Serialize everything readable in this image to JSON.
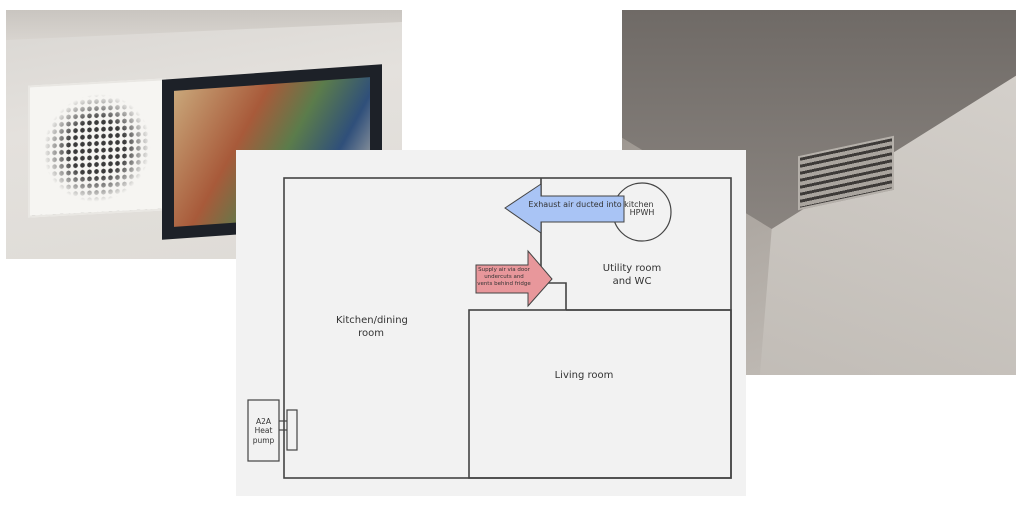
{
  "diagram": {
    "exhaust_label": "Exhaust air ducted into kitchen",
    "supply_label": "Supply air via door undercuts and vents behind fridge",
    "hpwh_label": "HPWH",
    "utility_label": "Utility room and WC",
    "kitchen_label": "Kitchen/dining room",
    "living_label": "Living room",
    "heat_pump_label": "A2A Heat pump",
    "colors": {
      "exhaust": "#a9c4f5",
      "supply": "#e8979b",
      "walls": "#444444",
      "background": "#f2f2f2"
    }
  }
}
